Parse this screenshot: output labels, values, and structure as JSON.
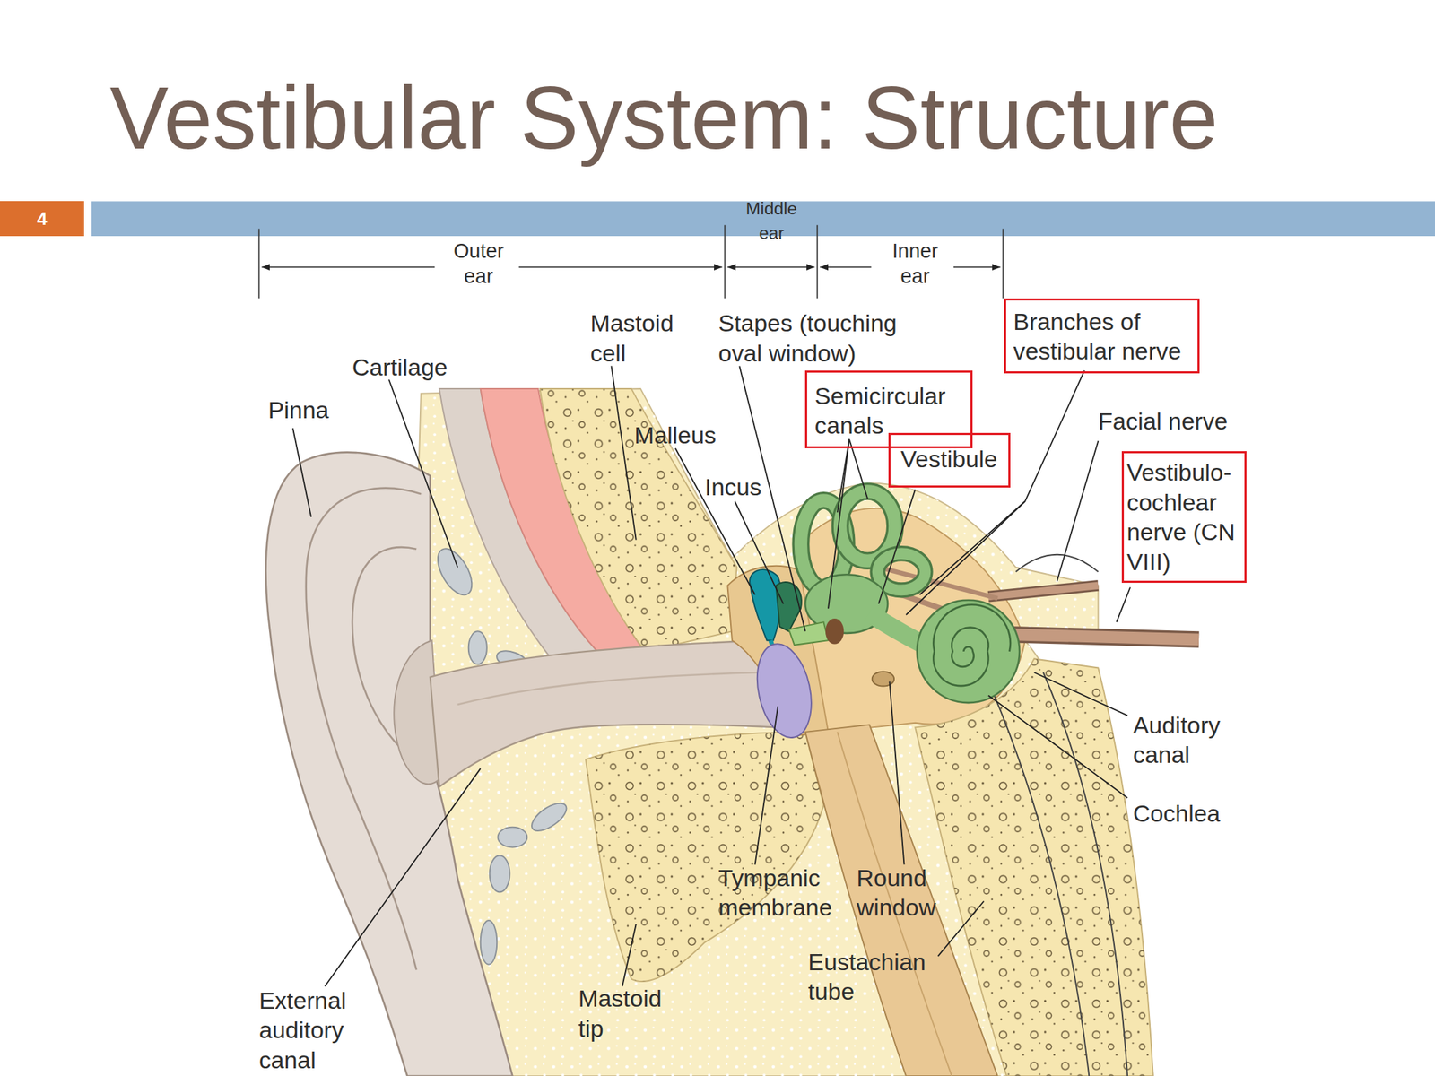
{
  "diagram": {
    "title": "Vestibular System: Structure",
    "nodes": [
      {
        "text": [
          "4"
        ]
      },
      {
        "text": [
          "Branches of vestibular nerve"
        ]
      },
      {
        "text": [
          "Semicircular canals"
        ]
      },
      {
        "text": [
          "Vestibule"
        ]
      },
      {
        "text": [
          "Vestibulo-cochlear nerve (CN VIII)"
        ]
      }
    ],
    "labels": [
      "Middle ear",
      "Outer ear",
      "Inner ear",
      "Mastoid cell",
      "Stapes (touching oval window)",
      "Cartilage",
      "Pinna",
      "Malleus",
      "Facial nerve",
      "Incus",
      "Auditory canal",
      "Cochlea",
      "Tympanic membrane",
      "Round window",
      "Eustachian tube",
      "External auditory canal",
      "Mastoid tip"
    ]
  }
}
